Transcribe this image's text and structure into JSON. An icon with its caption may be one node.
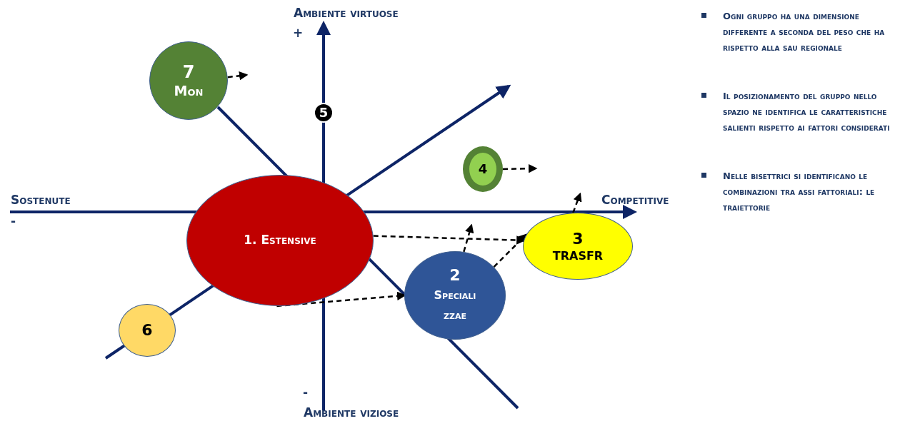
{
  "diagram": {
    "nodes": [
      {
        "text": [
          "1. Estensive"
        ]
      },
      {
        "text": [
          "2",
          "Speciali zzae"
        ]
      },
      {
        "text": [
          "3",
          "TRASFR"
        ]
      },
      {
        "text": [
          "4"
        ]
      },
      {
        "text": [
          "5"
        ]
      },
      {
        "text": [
          "6"
        ]
      },
      {
        "text": [
          "7",
          "Mon"
        ]
      }
    ],
    "edges": [
      {
        "from": 0,
        "to": 2,
        "arrow": "to",
        "style": "dashed"
      },
      {
        "from": 0,
        "to": 1,
        "arrow": "to",
        "style": "dashed"
      },
      {
        "from": 1,
        "to": 2,
        "arrow": "to",
        "style": "dashed"
      },
      {
        "from": 1,
        "to": null,
        "arrow": "to",
        "style": "dashed"
      },
      {
        "from": 2,
        "to": null,
        "arrow": "to",
        "style": "dashed"
      },
      {
        "from": 3,
        "to": null,
        "arrow": "to",
        "style": "dashed"
      },
      {
        "from": 6,
        "to": null,
        "arrow": "to",
        "style": "dashed"
      }
    ],
    "labels": [
      "Ambiente virtuose",
      "+",
      "Sostenute",
      "-",
      "Competitive",
      "-",
      "Ambiente viziose",
      "Ogni gruppo ha una dimensione differente a seconda del peso che ha rispetto alla sau regionale",
      "Il posizionamento del gruppo nello spazio ne identifica le caratteristiche salienti rispetto ai fattori considerati",
      "Nelle bisettrici si identificano le combinazioni tra assi fattoriali: le traiettorie"
    ]
  }
}
